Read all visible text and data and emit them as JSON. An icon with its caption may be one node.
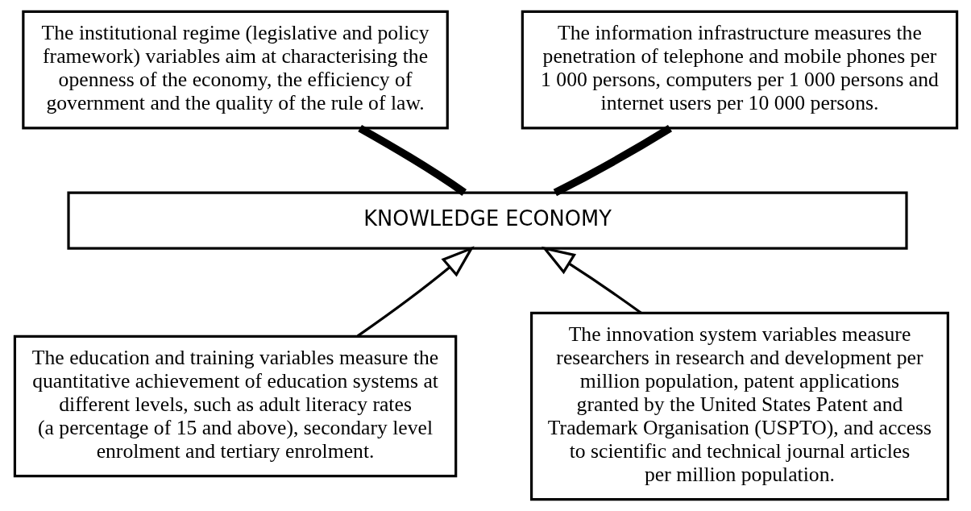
{
  "diagram": {
    "nodes": [
      {
        "text": [
          "The institutional regime (legislative and policy framework) variables aim at characterising the openness of the economy, the efficiency of government and the quality of the rule of law."
        ]
      },
      {
        "text": [
          "The information infrastructure measures the penetration of telephone and mobile phones per 1 000 persons, computers per 1 000 persons and internet users per 10 000 persons."
        ]
      },
      {
        "text": [
          "KNOWLEDGE ECONOMY"
        ]
      },
      {
        "text": [
          "The education and training variables measure the quantitative achievement of education systems at different levels, such as adult literacy rates (a percentage of 15 and above), secondary level enrolment and tertiary enrolment."
        ]
      },
      {
        "text": [
          "The innovation system variables measure researchers in research and development per million population, patent applications granted by the United States Patent and Trademark Organisation (USPTO), and access to scientific and technical journal articles per million population."
        ]
      }
    ],
    "edges": [
      {
        "from": 0,
        "to": 2,
        "arrow": "none",
        "style": "thick"
      },
      {
        "from": 1,
        "to": 2,
        "arrow": "none",
        "style": "thick"
      },
      {
        "from": 3,
        "to": 2,
        "arrow": "to"
      },
      {
        "from": 4,
        "to": 2,
        "arrow": "to"
      }
    ]
  }
}
